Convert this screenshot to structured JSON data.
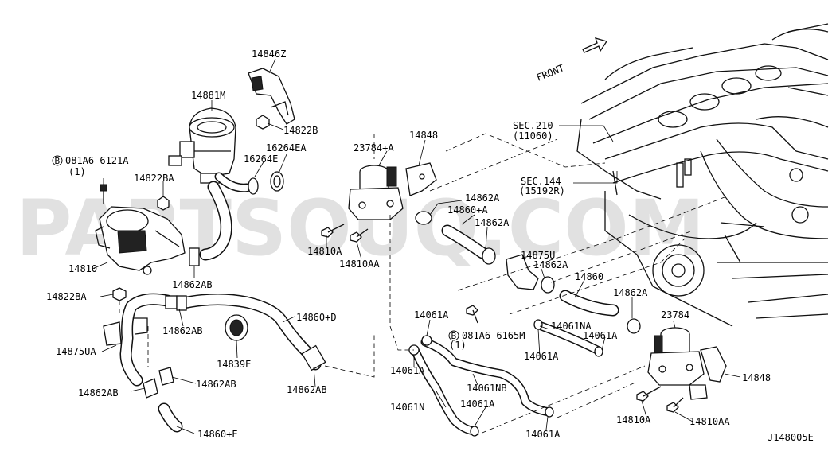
{
  "diagram_code": "J148005E",
  "watermark": "PARTSOUQ.COM",
  "front_label": "FRONT",
  "labels": {
    "p14846Z": "14846Z",
    "p14881M": "14881M",
    "p14822B": "14822B",
    "p16264EA": "16264EA",
    "p16264E": "16264E",
    "bolt_left_circle": "B",
    "bolt_left": "081A6-6121A",
    "bolt_left_qty": "(1)",
    "p14822BA_top": "14822BA",
    "p14810": "14810",
    "p14862AB_1": "14862AB",
    "p14822BA_left": "14822BA",
    "p14862AB_2": "14862AB",
    "p14860D": "14860+D",
    "p14875UA": "14875UA",
    "p14839E": "14839E",
    "p14862AB_3": "14862AB",
    "p14862AB_4": "14862AB",
    "p14862AB_5": "14862AB",
    "p14860E": "14860+E",
    "p23784A": "23784+A",
    "p14848_top": "14848",
    "p14810A_top": "14810A",
    "p14810AA_top": "14810AA",
    "p14862A_1": "14862A",
    "p14860A": "14860+A",
    "p14862A_2": "14862A",
    "p14875U": "14875U",
    "p14862A_3": "14862A",
    "p14860": "14860",
    "p14862A_4": "14862A",
    "p14061A_1": "14061A",
    "bolt_mid_circle": "B",
    "bolt_mid": "081A6-6165M",
    "bolt_mid_qty": "(1)",
    "p14061NA": "14061NA",
    "p14061A_2": "14061A",
    "p14061A_3": "14061A",
    "p14061A_4": "14061A",
    "p14061NB": "14061NB",
    "p14061N": "14061N",
    "p14061A_5": "14061A",
    "p14061A_6": "14061A",
    "sec210": "SEC.210",
    "sec210_sub": "(11060)",
    "sec144": "SEC.144",
    "sec144_sub": "(15192R)",
    "p23784": "23784",
    "p14848_right": "14848",
    "p14810A_right": "14810A",
    "p14810AA_right": "14810AA"
  }
}
